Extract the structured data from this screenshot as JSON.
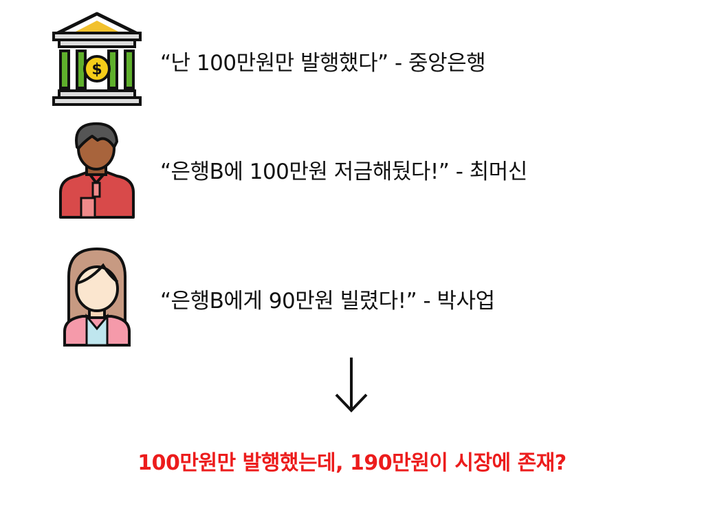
{
  "rows": [
    {
      "icon": "bank-icon",
      "quote": "“난 100만원만 발행했다” - 중앙은행"
    },
    {
      "icon": "man-avatar-icon",
      "quote": "“은행B에 100만원 저금해뒀다!” - 최머신"
    },
    {
      "icon": "woman-avatar-icon",
      "quote": "“은행B에게 90만원 빌렸다!” - 박사업"
    }
  ],
  "conclusion": "100만원만 발행했는데, 190만원이 시장에 존재?",
  "colors": {
    "conclusion": "#ec1c1c"
  }
}
